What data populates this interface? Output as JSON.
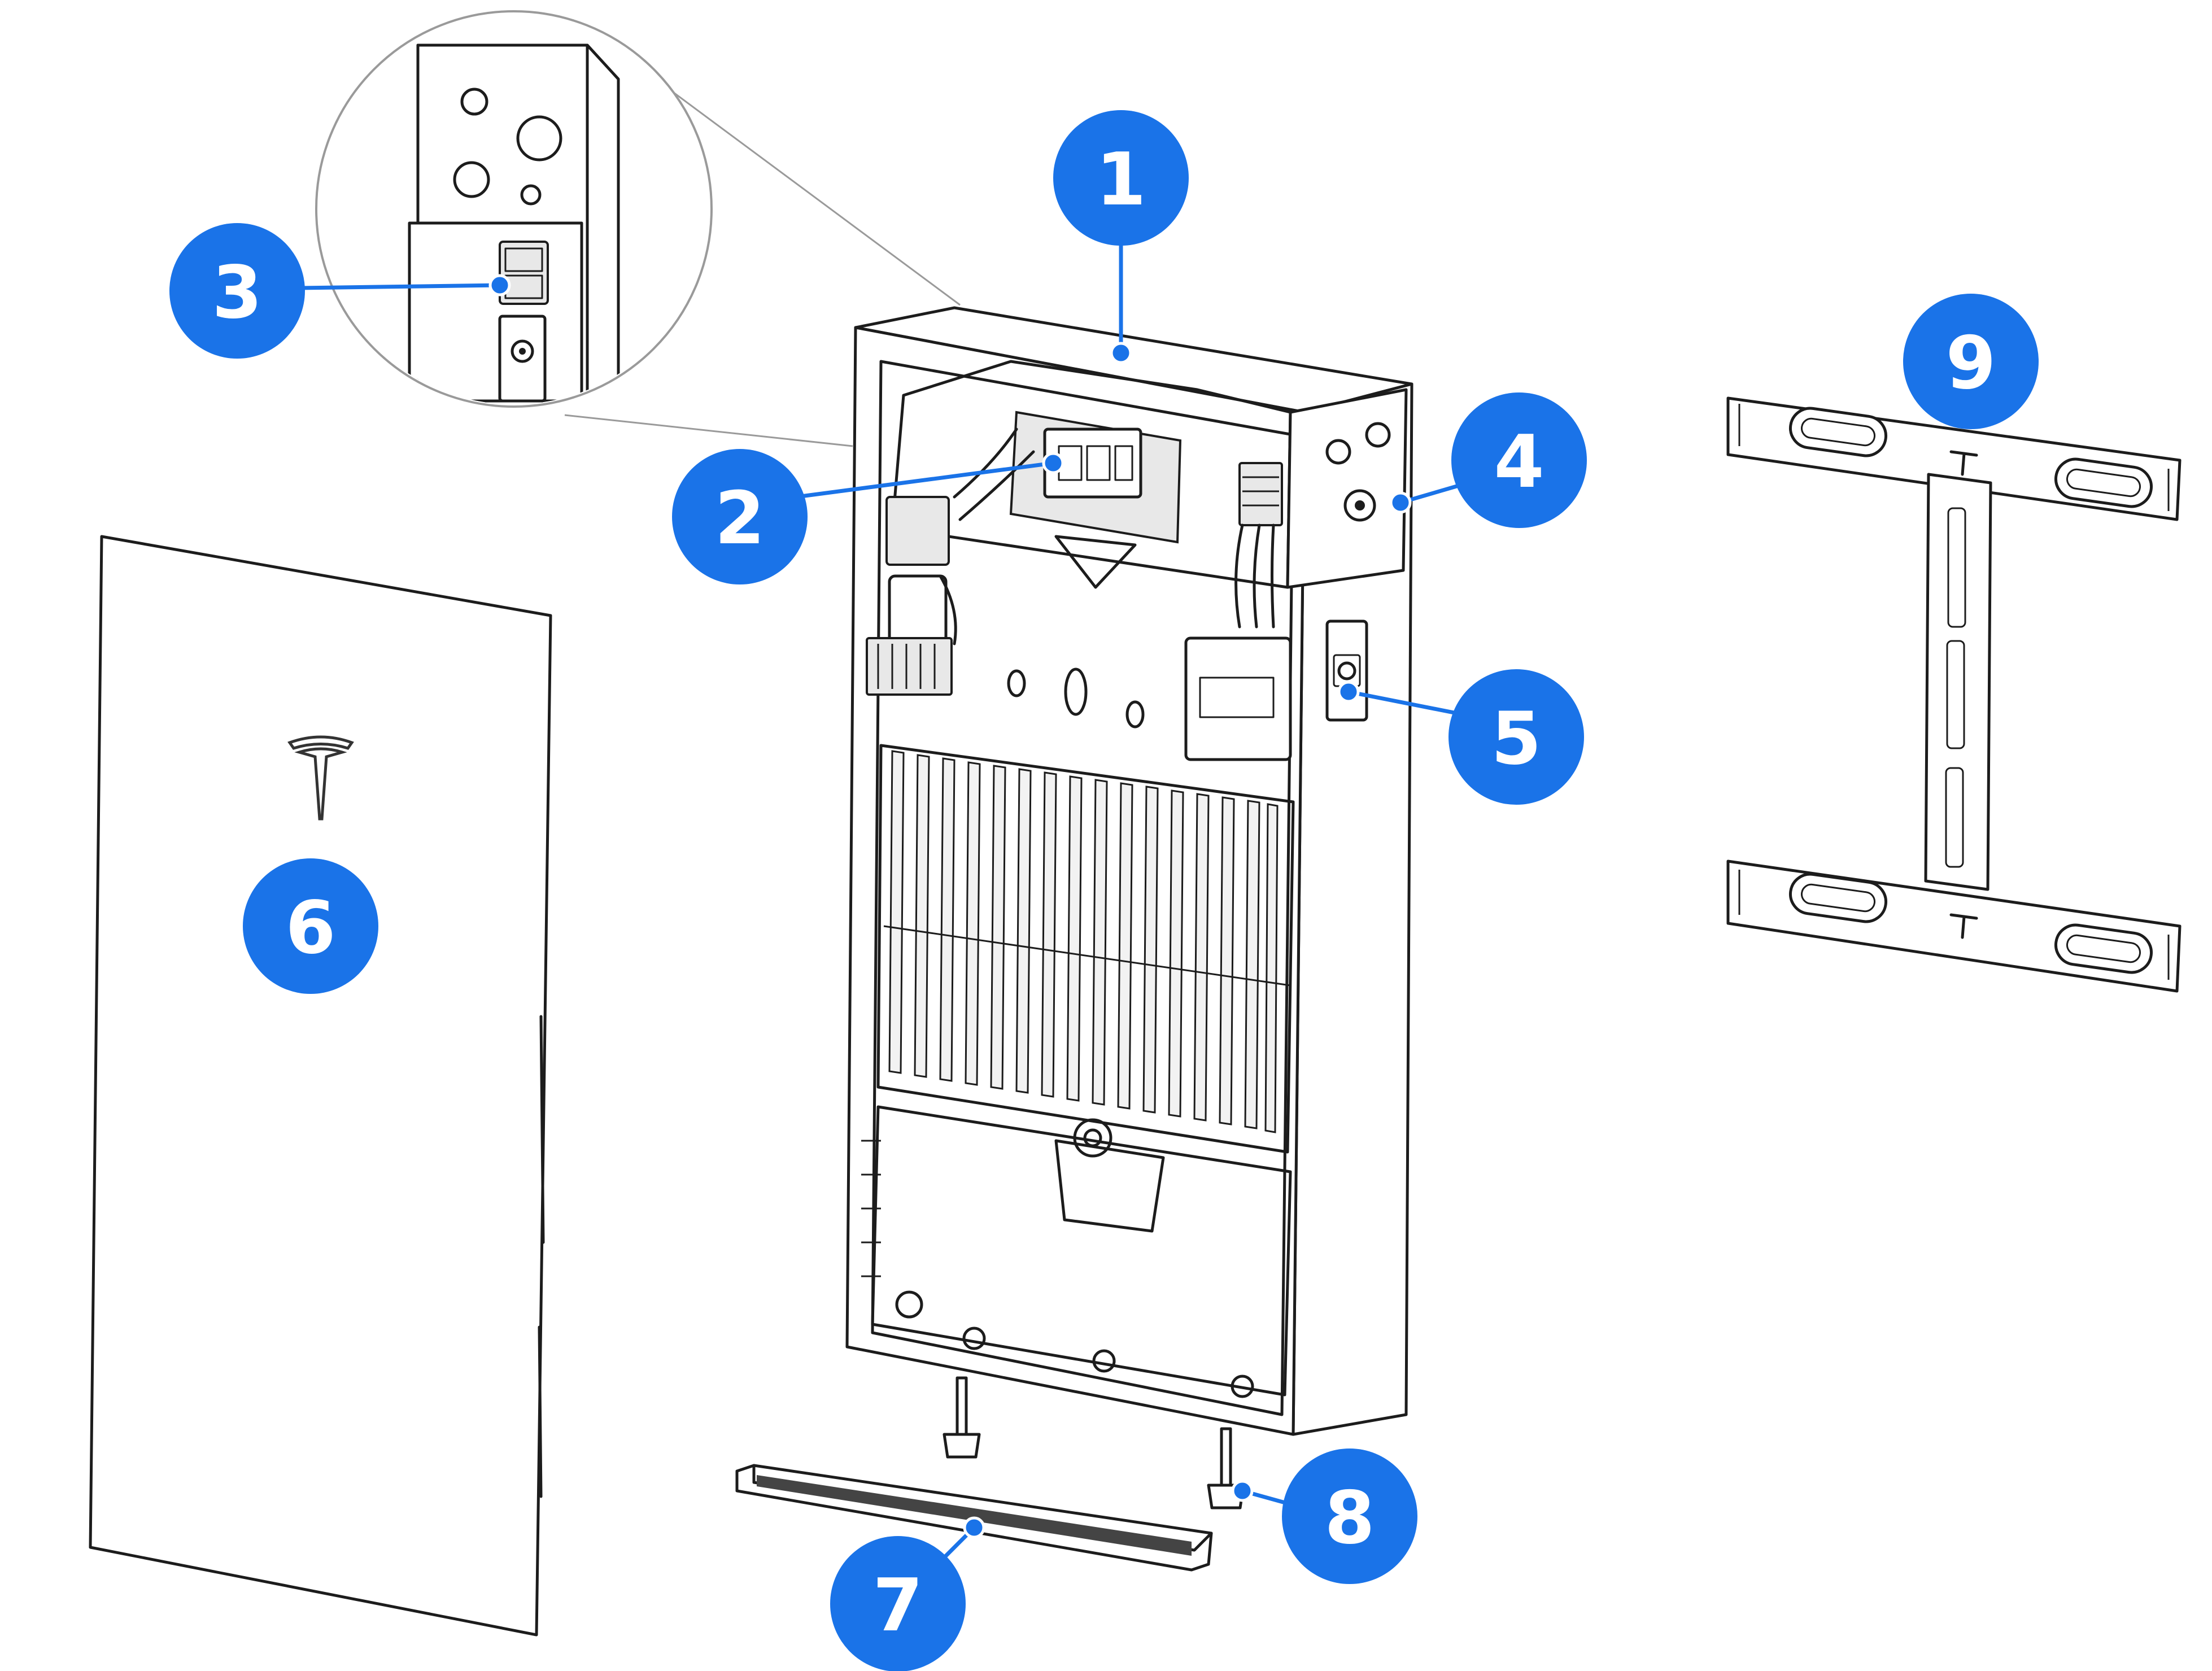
{
  "accent_color": "#1a73e8",
  "callouts": [
    {
      "id": "1",
      "label": "1"
    },
    {
      "id": "2",
      "label": "2"
    },
    {
      "id": "3",
      "label": "3"
    },
    {
      "id": "4",
      "label": "4"
    },
    {
      "id": "5",
      "label": "5"
    },
    {
      "id": "6",
      "label": "6"
    },
    {
      "id": "7",
      "label": "7"
    },
    {
      "id": "8",
      "label": "8"
    },
    {
      "id": "9",
      "label": "9"
    }
  ],
  "parts": {
    "front_cover_logo": "tesla-logo-icon"
  }
}
